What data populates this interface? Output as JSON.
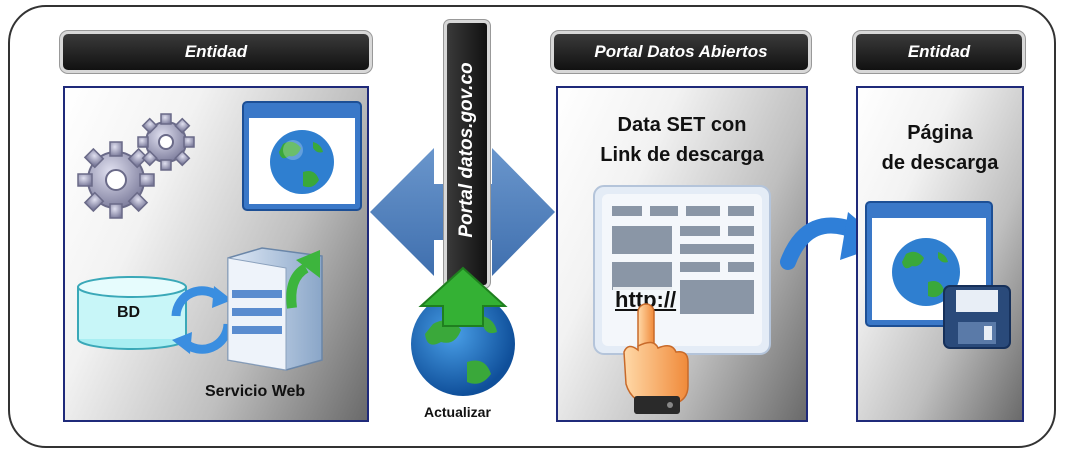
{
  "labels": {
    "entity_left": "Entidad",
    "portal": "Portal Datos Abiertos",
    "entity_right": "Entidad",
    "vertical": "Portal datos.gov.co"
  },
  "texts": {
    "bd": "BD",
    "servicio_web": "Servicio Web",
    "actualizar": "Actualizar",
    "dataset_title_line1": "Data SET con",
    "dataset_title_line2": "Link de descarga",
    "http": "http://",
    "pagina_line1": "Página",
    "pagina_line2": "de descarga"
  },
  "colors": {
    "panel_border": "#1f2a7a",
    "arrow_blue": "#4a79b8",
    "label_dark": "#1a1a1a"
  },
  "icons": [
    "gear-icon",
    "browser-globe-icon",
    "database-icon",
    "sync-arrows-icon",
    "server-icon",
    "globe-upload-icon",
    "dataset-document-icon",
    "pointing-hand-icon",
    "curved-arrow-icon",
    "browser-save-icon"
  ]
}
